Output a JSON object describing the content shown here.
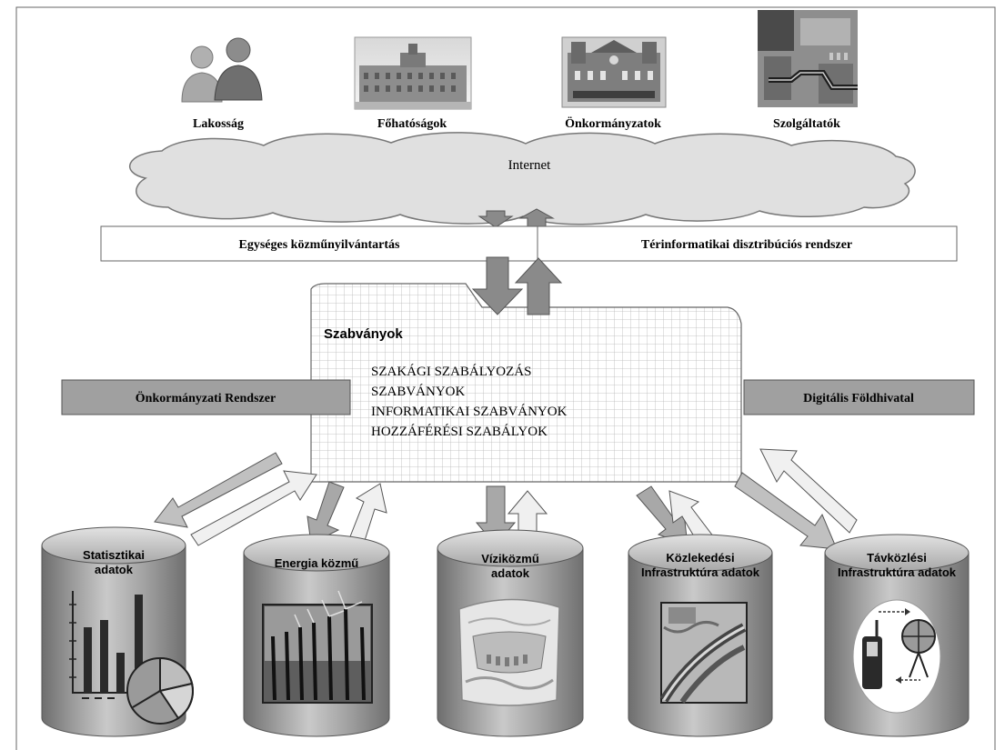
{
  "actors": [
    {
      "label": "Lakosság",
      "icon": "people-icon"
    },
    {
      "label": "Főhatóságok",
      "icon": "palace-building-icon"
    },
    {
      "label": "Önkormányzatok",
      "icon": "city-hall-building-icon"
    },
    {
      "label": "Szolgáltatók",
      "icon": "service-provider-collage-icon"
    }
  ],
  "cloud": {
    "label": "Internet"
  },
  "distribution_bar": {
    "left": "Egységes közműnyilvántartás",
    "right": "Térinformatikai disztribúciós rendszer"
  },
  "standards": {
    "title": "Szabványok",
    "items": [
      "SZAKÁGI SZABÁLYOZÁS",
      "SZABVÁNYOK",
      "INFORMATIKAI SZABVÁNYOK",
      "HOZZÁFÉRÉSI SZABÁLYOK"
    ]
  },
  "side_systems": {
    "left": "Önkormányzati Rendszer",
    "right": "Digitális Földhivatal"
  },
  "databases": [
    {
      "line1": "Statisztikai",
      "line2": "adatok",
      "icon": "bar-pie-chart-icon"
    },
    {
      "line1": "Energia közmű",
      "line2": "",
      "icon": "wind-turbines-icon"
    },
    {
      "line1": "Víziközmű",
      "line2": "adatok",
      "icon": "dam-water-icon"
    },
    {
      "line1": "Közlekedési",
      "line2": "Infrastruktúra adatok",
      "icon": "railway-icon"
    },
    {
      "line1": "Távközlési",
      "line2": "Infrastruktúra adatok",
      "icon": "mobile-antenna-icon"
    }
  ],
  "colors": {
    "arrow_dark": "#8a8a8a",
    "arrow_light": "#eeeeee",
    "box_gray": "#a0a0a0",
    "grid_line": "#b8b8b8"
  }
}
